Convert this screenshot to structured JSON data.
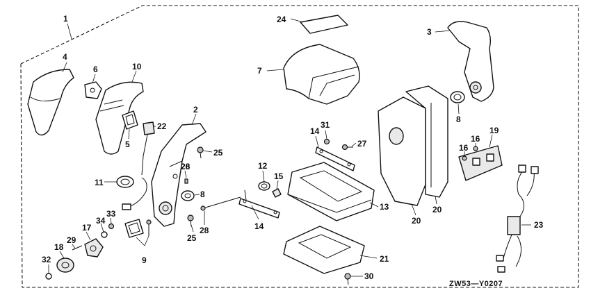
{
  "diagram": {
    "drawing_code": "ZW53—Y0207",
    "callouts": [
      "1",
      "2",
      "3",
      "4",
      "5",
      "6",
      "7",
      "8",
      "8",
      "9",
      "10",
      "11",
      "12",
      "13",
      "14",
      "14",
      "15",
      "16",
      "16",
      "17",
      "18",
      "19",
      "20",
      "20",
      "21",
      "22",
      "23",
      "24",
      "25",
      "25",
      "26",
      "27",
      "28",
      "28",
      "29",
      "30",
      "31",
      "32",
      "33",
      "34"
    ]
  }
}
